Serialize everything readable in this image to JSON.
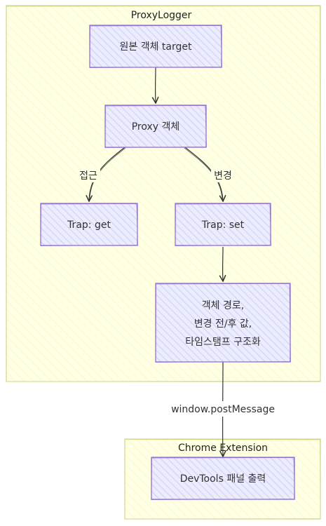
{
  "clusters": {
    "proxy_logger": "ProxyLogger",
    "chrome_extension": "Chrome Extension"
  },
  "nodes": {
    "original_target": "원본 객체 target",
    "proxy_object": "Proxy 객체",
    "trap_get": "Trap: get",
    "trap_set": "Trap: set",
    "structuring_line1": "객체 경로,",
    "structuring_line2": "변경 전/후 값,",
    "structuring_line3": "타임스탬프 구조화",
    "devtools_panel": "DevTools 패널 출력"
  },
  "edges": {
    "access": "접근",
    "change": "변경",
    "post_message": "window.postMessage"
  },
  "colors": {
    "cluster_fill": "#ffffde",
    "cluster_stroke": "#c8cc78",
    "node_fill": "#ececff",
    "node_hatch": "#c9c9f0",
    "node_stroke": "#9370db",
    "edge": "#333333"
  }
}
